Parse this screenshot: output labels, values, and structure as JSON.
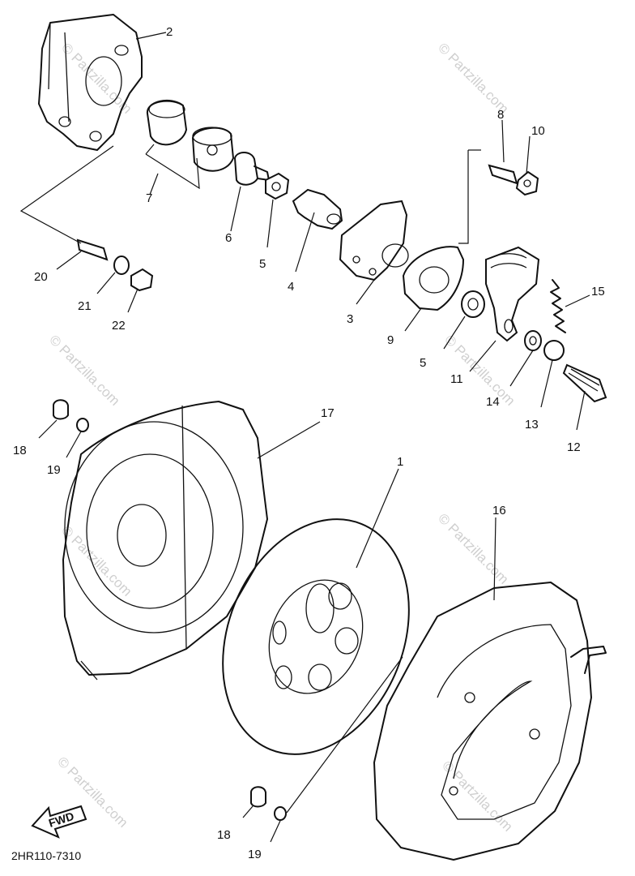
{
  "diagram": {
    "code": "2HR110-7310",
    "fwd_label": "FWD",
    "watermark": "© Partzilla.com",
    "parts": {
      "p1": "1",
      "p2": "2",
      "p3": "3",
      "p4": "4",
      "p5a": "5",
      "p5b": "5",
      "p6": "6",
      "p7": "7",
      "p8": "8",
      "p9": "9",
      "p10": "10",
      "p11": "11",
      "p12": "12",
      "p13": "13",
      "p14": "14",
      "p15": "15",
      "p16": "16",
      "p17": "17",
      "p18a": "18",
      "p18b": "18",
      "p19a": "19",
      "p19b": "19",
      "p20": "20",
      "p21": "21",
      "p22": "22"
    }
  }
}
